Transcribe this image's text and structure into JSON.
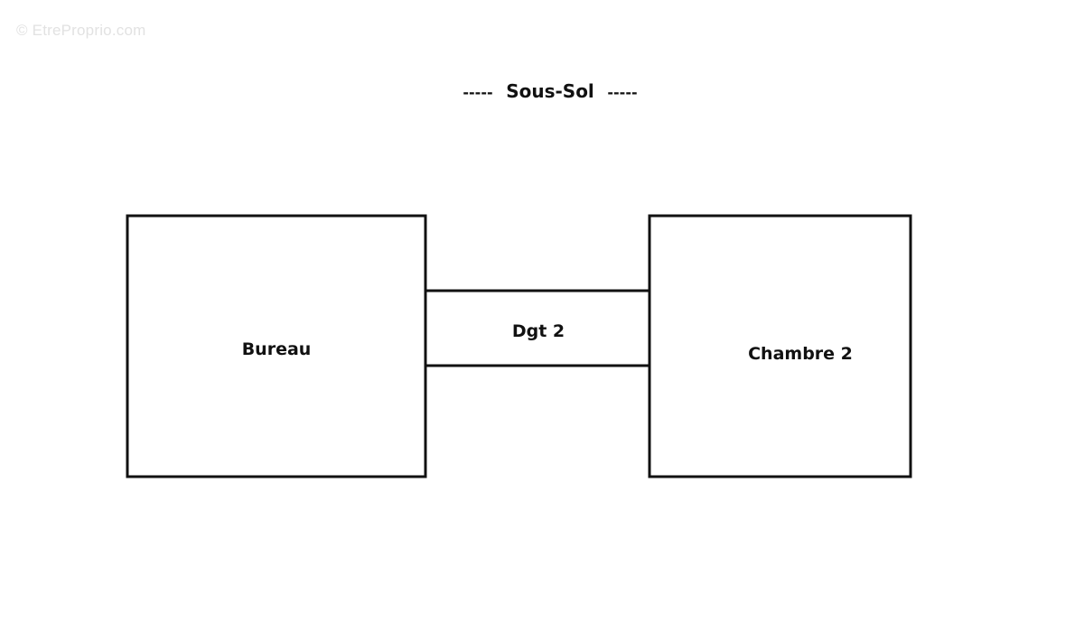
{
  "watermark": "© EtreProprio.com",
  "floor": {
    "title": "Sous-Sol",
    "dash_left": "-----",
    "dash_right": "-----"
  },
  "rooms": {
    "bureau": "Bureau",
    "corridor": "Dgt 2",
    "chambre": "Chambre 2"
  },
  "colors": {
    "line": "#111111",
    "background": "#ffffff",
    "watermark": "#e2e2e2"
  }
}
